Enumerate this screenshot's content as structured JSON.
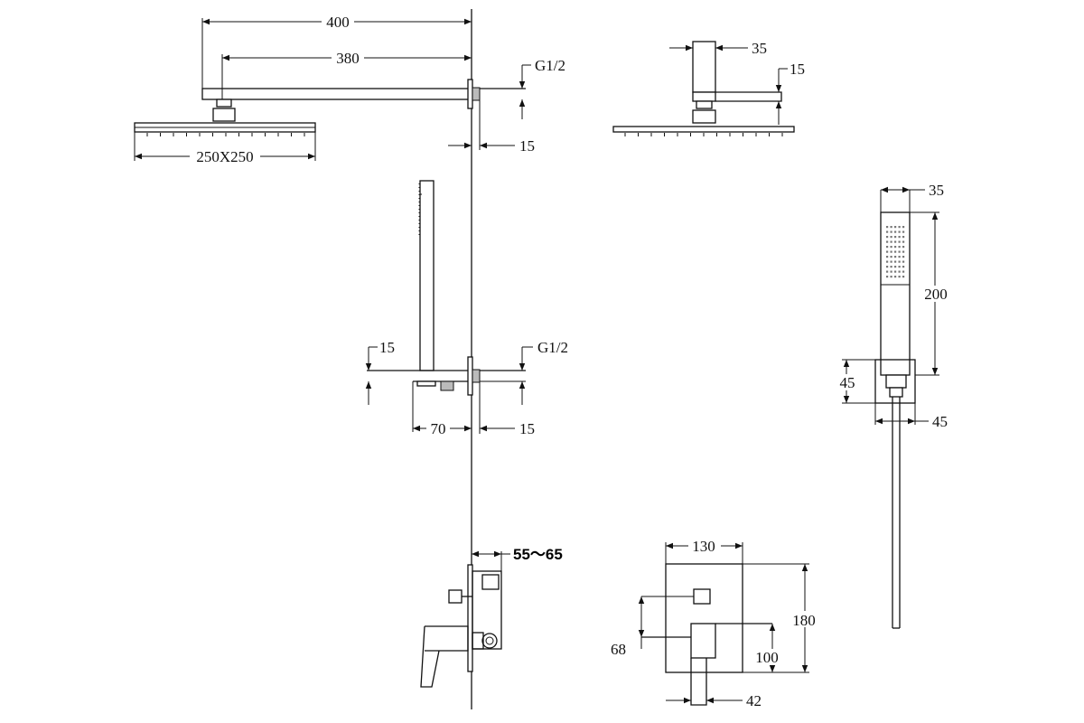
{
  "dimensions": {
    "arm_length_total": "400",
    "arm_length": "380",
    "thread_top": "G1/2",
    "flange_offset_top": "15",
    "head_size": "250X250",
    "arm_side_width": "35",
    "arm_side_height": "15",
    "handset_width": "35",
    "handset_length": "200",
    "holder_height": "45",
    "holder_width": "45",
    "elbow_height": "15",
    "thread_mid": "G1/2",
    "elbow_length": "70",
    "flange_offset_mid": "15",
    "wall_depth": "55～65",
    "plate_width": "130",
    "plate_height": "180",
    "lever_height": "68",
    "lever_y": "100",
    "lever_x": "42"
  },
  "colors": {
    "line": "#111111",
    "background": "#ffffff"
  }
}
